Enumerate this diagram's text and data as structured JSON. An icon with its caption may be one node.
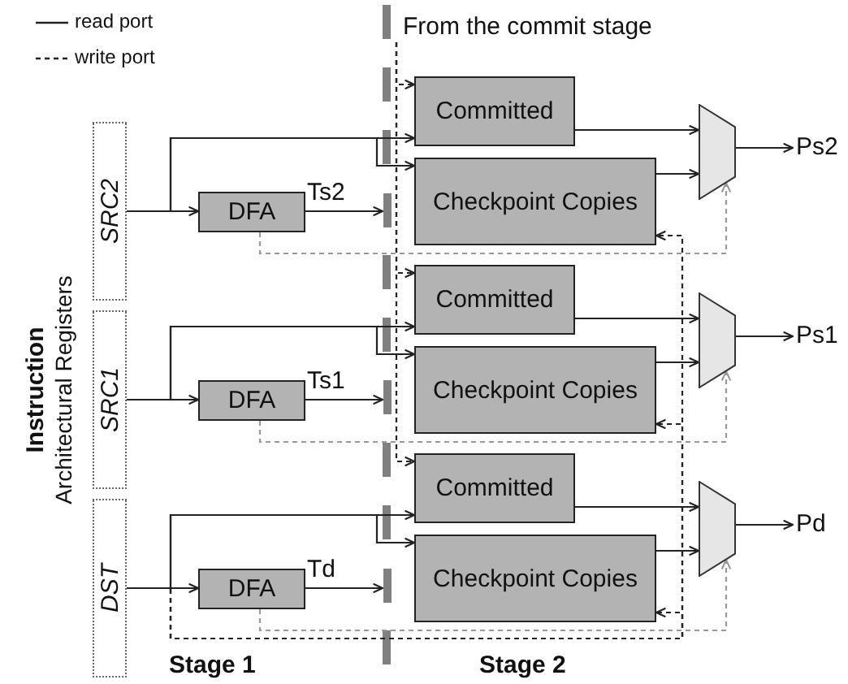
{
  "diagram": {
    "nodes": [
      {
        "text": [
          "SRC2"
        ]
      },
      {
        "text": [
          "SRC1"
        ]
      },
      {
        "text": [
          "DST"
        ]
      },
      {
        "text": [
          "DFA"
        ]
      },
      {
        "text": [
          "DFA"
        ]
      },
      {
        "text": [
          "DFA"
        ]
      },
      {
        "text": [
          "Committed"
        ]
      },
      {
        "text": [
          "Checkpoint Copies"
        ]
      },
      {
        "text": [
          "Committed"
        ]
      },
      {
        "text": [
          "Checkpoint Copies"
        ]
      },
      {
        "text": [
          "Committed"
        ]
      },
      {
        "text": [
          "Checkpoint Copies"
        ]
      },
      {
        "text": [],
        "shape": "trapezoid"
      },
      {
        "text": [],
        "shape": "trapezoid"
      },
      {
        "text": [],
        "shape": "trapezoid"
      },
      {
        "text": [
          "Ps2"
        ]
      },
      {
        "text": [
          "Ps1"
        ]
      },
      {
        "text": [
          "Pd"
        ]
      },
      {
        "text": [
          "From the commit stage"
        ]
      },
      {
        "text": [],
        "shape": "bar"
      },
      {
        "text": [],
        "shape": "bar"
      },
      {
        "text": [],
        "shape": "bar"
      }
    ],
    "edges": [
      {
        "from": 0,
        "to": 3,
        "arrow": "to"
      },
      {
        "from": 0,
        "to": 6,
        "arrow": "to"
      },
      {
        "from": 0,
        "to": 7,
        "arrow": "to"
      },
      {
        "from": 3,
        "to": 19,
        "arrow": "to",
        "label": "Ts2"
      },
      {
        "from": 3,
        "to": 12,
        "arrow": "to",
        "style": "dashed",
        "color": "#999999"
      },
      {
        "from": 6,
        "to": 12,
        "arrow": "to"
      },
      {
        "from": 7,
        "to": 12,
        "arrow": "to"
      },
      {
        "from": 12,
        "to": 15,
        "arrow": "to"
      },
      {
        "from": 18,
        "to": 6,
        "arrow": "to",
        "style": "dashed"
      },
      {
        "from": 1,
        "to": 4,
        "arrow": "to"
      },
      {
        "from": 1,
        "to": 8,
        "arrow": "to"
      },
      {
        "from": 1,
        "to": 9,
        "arrow": "to"
      },
      {
        "from": 4,
        "to": 20,
        "arrow": "to",
        "label": "Ts1"
      },
      {
        "from": 4,
        "to": 13,
        "arrow": "to",
        "style": "dashed",
        "color": "#999999"
      },
      {
        "from": 8,
        "to": 13,
        "arrow": "to"
      },
      {
        "from": 9,
        "to": 13,
        "arrow": "to"
      },
      {
        "from": 13,
        "to": 16,
        "arrow": "to"
      },
      {
        "from": 18,
        "to": 8,
        "arrow": "to",
        "style": "dashed"
      },
      {
        "from": 2,
        "to": 5,
        "arrow": "to"
      },
      {
        "from": 2,
        "to": 10,
        "arrow": "to"
      },
      {
        "from": 2,
        "to": 11,
        "arrow": "to"
      },
      {
        "from": 5,
        "to": 21,
        "arrow": "to",
        "label": "Td"
      },
      {
        "from": 5,
        "to": 14,
        "arrow": "to",
        "style": "dashed",
        "color": "#999999"
      },
      {
        "from": 10,
        "to": 14,
        "arrow": "to"
      },
      {
        "from": 11,
        "to": 14,
        "arrow": "to"
      },
      {
        "from": 14,
        "to": 17,
        "arrow": "to"
      },
      {
        "from": 18,
        "to": 10,
        "arrow": "to",
        "style": "dashed"
      },
      {
        "from": 2,
        "to": 7,
        "arrow": "to",
        "style": "dashed"
      },
      {
        "from": 2,
        "to": 9,
        "arrow": "to",
        "style": "dashed"
      },
      {
        "from": 2,
        "to": 11,
        "arrow": "to",
        "style": "dashed"
      }
    ],
    "labels": [
      "Instruction",
      "Architectural Registers",
      "Stage 1",
      "Stage 2"
    ],
    "legend": [
      {
        "text": "read port"
      },
      {
        "text": "write port"
      }
    ]
  }
}
